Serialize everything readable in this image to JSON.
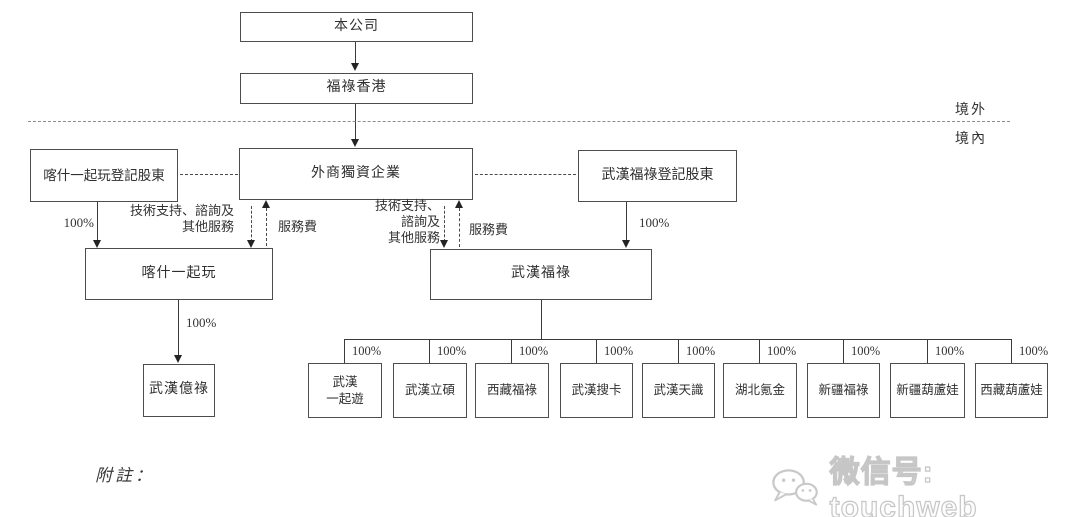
{
  "diagram": {
    "nodes": {
      "company": "本公司",
      "fulu_hk": "福祿香港",
      "kashi_shareholders": "喀什一起玩登記股東",
      "wfoe": "外商獨資企業",
      "wuhan_fulu_shareholders": "武漢福祿登記股東",
      "kashi_yiqiwan": "喀什一起玩",
      "wuhan_fulu": "武漢福祿",
      "wuhan_yilu": "武漢億祿"
    },
    "subsidiaries": [
      "武漢\n一起遊",
      "武漢立碩",
      "西藏福祿",
      "武漢搜卡",
      "武漢天識",
      "湖北氪金",
      "新疆福祿",
      "新疆葫蘆娃",
      "西藏葫蘆娃"
    ],
    "labels": {
      "pct": "100%",
      "service_fee": "服務費",
      "svc_left_1": "技術支持、諮詢及",
      "svc_left_2": "其他服務",
      "svc_right_1": "技術支持、",
      "svc_right_2": "諮詢及",
      "svc_right_3": "其他服務",
      "region_outside": "境外",
      "region_inside": "境內",
      "note": "附註："
    }
  },
  "watermark": {
    "label": "微信号: touchweb"
  },
  "colors": {
    "line": "#3a3a3a",
    "box_border": "#4d4d4d",
    "text": "#2f2f2f",
    "divider_dash": "#8c8c8c",
    "watermark_outline": "#c6c6c6"
  }
}
